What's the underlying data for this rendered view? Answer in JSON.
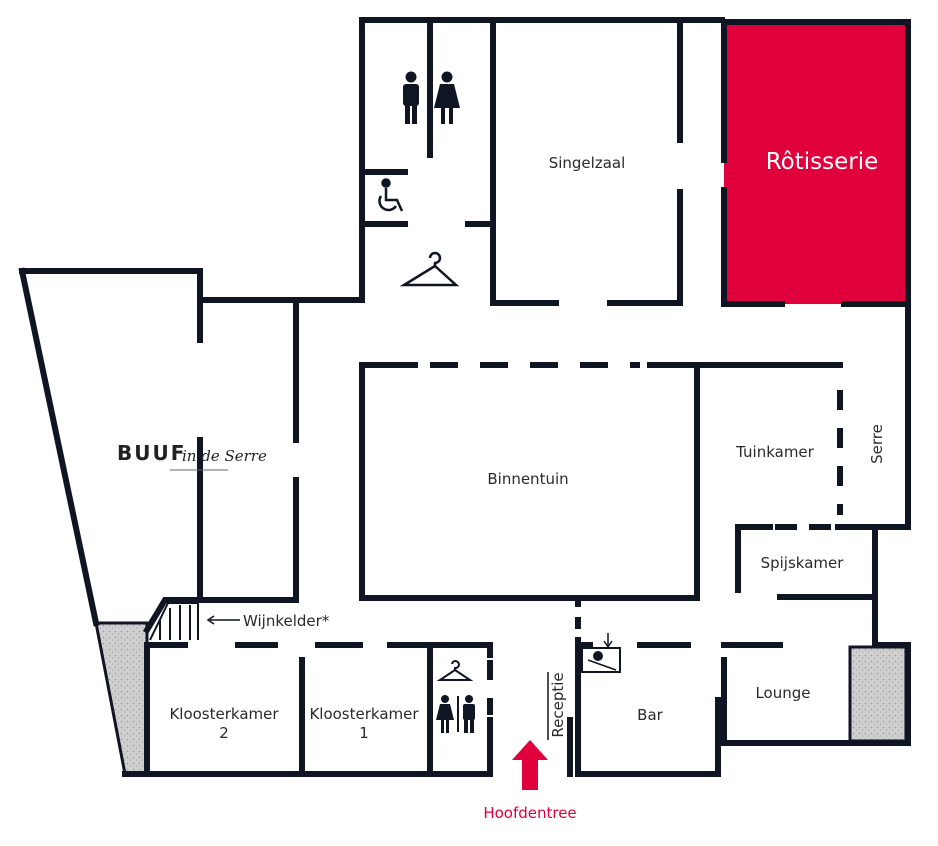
{
  "colors": {
    "wall": "#0f1522",
    "accent": "#e0003c",
    "stair_fill": "#c9c9c9"
  },
  "rooms": {
    "rotisserie": "Rôtisserie",
    "singelzaal": "Singelzaal",
    "binnentuin": "Binnentuin",
    "tuinkamer": "Tuinkamer",
    "serre": "Serre",
    "spijskamer": "Spijskamer",
    "lounge": "Lounge",
    "bar": "Bar",
    "receptie": "Receptie",
    "kloosterkamer_1_name": "Kloosterkamer",
    "kloosterkamer_1_num": "1",
    "kloosterkamer_2_name": "Kloosterkamer",
    "kloosterkamer_2_num": "2",
    "wijnkelder": "Wijnkelder*"
  },
  "brand": {
    "name": "BUUF",
    "script": "in de Serre"
  },
  "entrance": {
    "label": "Hoofdentree"
  },
  "icons": [
    "toilet-man-icon",
    "toilet-woman-icon",
    "wheelchair-icon",
    "coat-hanger-icon",
    "stairs-icon",
    "arrow-up-icon",
    "arrow-left-icon"
  ]
}
